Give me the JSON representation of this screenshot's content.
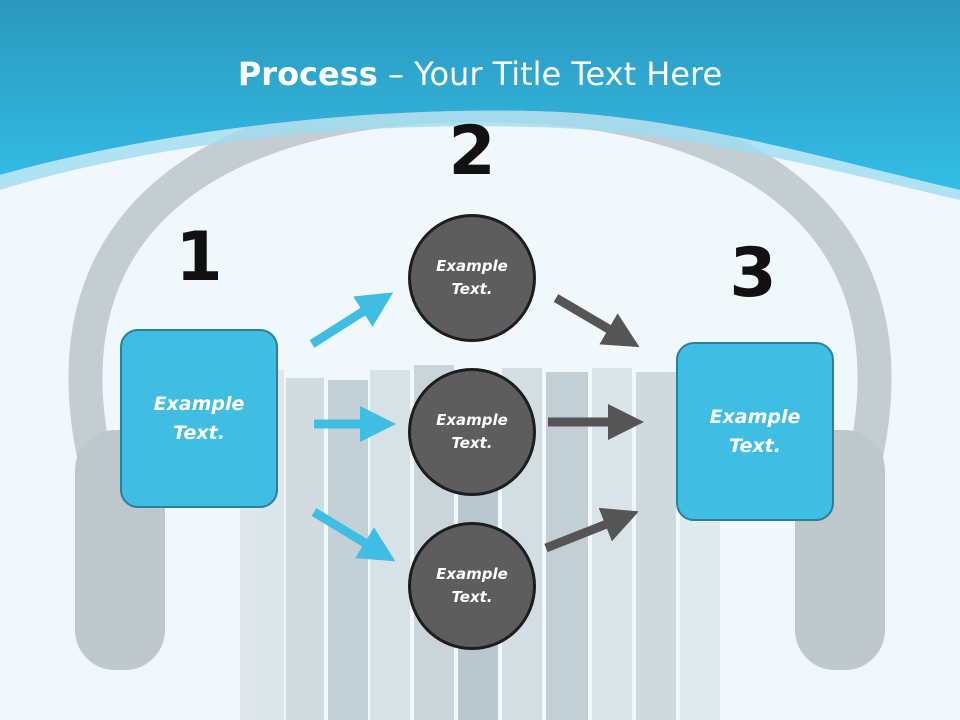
{
  "title": {
    "bold": "Process",
    "rest": " – Your Title Text Here"
  },
  "steps": {
    "one": "1",
    "two": "2",
    "three": "3"
  },
  "nodes": {
    "left_box": "Example Text.",
    "right_box": "Example Text.",
    "circle_top": "Example Text.",
    "circle_middle": "Example Text.",
    "circle_bottom": "Example Text."
  },
  "colors": {
    "accent_blue": "#3fbde3",
    "header_blue": "#2aa9d2",
    "circle_gray": "#5d5d5d",
    "arrow_blue": "#3fbde3",
    "arrow_gray": "#555555"
  }
}
